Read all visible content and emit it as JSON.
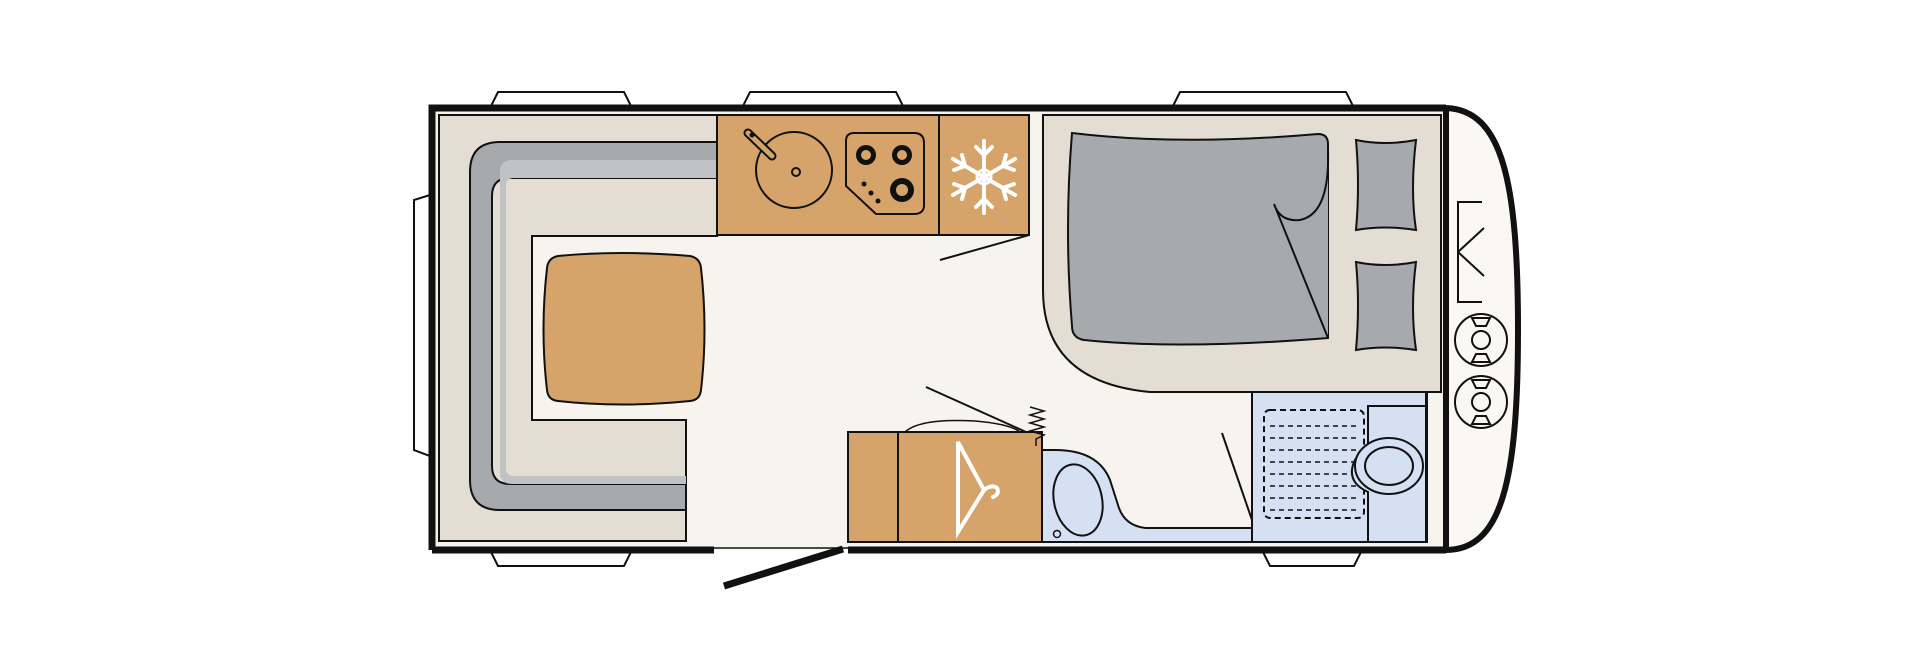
{
  "diagram": {
    "type": "caravan-floor-plan",
    "text_labels": [],
    "colors": {
      "background": "#ffffff",
      "floor": "#f7f3ee",
      "outline": "#111111",
      "seat_base": "#e4ddd3",
      "cushion": "#a7aaad",
      "wood": "#d6a46a",
      "bathroom": "#d5e0f2",
      "window": "#ffffff",
      "snowflake": "#ffffff"
    },
    "zones": [
      {
        "id": "dinette",
        "icon": "u-shaped-seating-with-table"
      },
      {
        "id": "kitchen",
        "icon": "sink-hob-fridge"
      },
      {
        "id": "bed",
        "icon": "double-bed-with-pillows"
      },
      {
        "id": "wardrobe",
        "icon": "hanger"
      },
      {
        "id": "bathroom",
        "icon": "shower-toilet-washbasin"
      },
      {
        "id": "drawbar",
        "icon": "gas-bottles-and-hitch"
      }
    ]
  }
}
